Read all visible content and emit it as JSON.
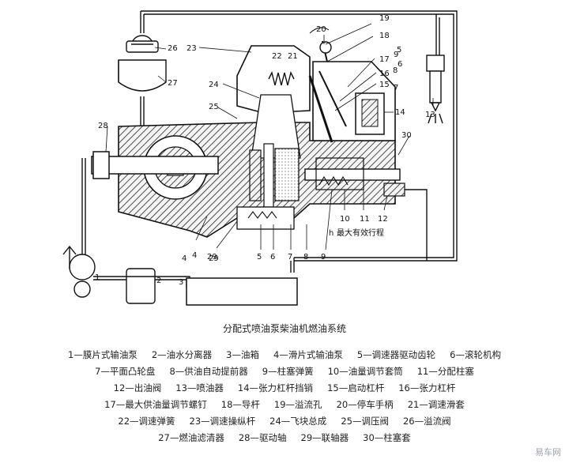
{
  "figure": {
    "caption": "分配式喷油泵柴油机燃油系统",
    "note": "最大有效行程",
    "note_prefix": "h",
    "labels": [
      "1",
      "2",
      "3",
      "4",
      "5",
      "6",
      "7",
      "8",
      "9",
      "10",
      "11",
      "12",
      "13",
      "14",
      "15",
      "16",
      "17",
      "18",
      "19",
      "20",
      "21",
      "22",
      "23",
      "24",
      "25",
      "26",
      "27",
      "28",
      "29",
      "30",
      "4",
      "29",
      "5",
      "6",
      "7",
      "8",
      "9",
      "10",
      "11",
      "12"
    ]
  },
  "legend": {
    "rows": [
      [
        "1—膜片式输油泵",
        "2—油水分离器",
        "3—油箱",
        "4—滑片式输油泵",
        "5—调速器驱动齿轮",
        "6—滚轮机构"
      ],
      [
        "7—平面凸轮盘",
        "8—供油自动提前器",
        "9—柱塞弹簧",
        "10—油量调节套筒",
        "11—分配柱塞"
      ],
      [
        "12—出油阀",
        "13—喷油器",
        "14—张力杠杆挡销",
        "15—启动杠杆",
        "16—张力杠杆"
      ],
      [
        "17—最大供油量调节螺钉",
        "18—导杆",
        "19—溢流孔",
        "20—停车手柄",
        "21—调速滑套"
      ],
      [
        "22—调速弹簧",
        "23—调速操纵杆",
        "24—飞块总成",
        "25—调压阀",
        "26—溢流阀"
      ],
      [
        "27—燃油滤清器",
        "28—驱动轴",
        "29—联轴器",
        "30—柱塞套"
      ]
    ]
  },
  "watermark": "易车网"
}
